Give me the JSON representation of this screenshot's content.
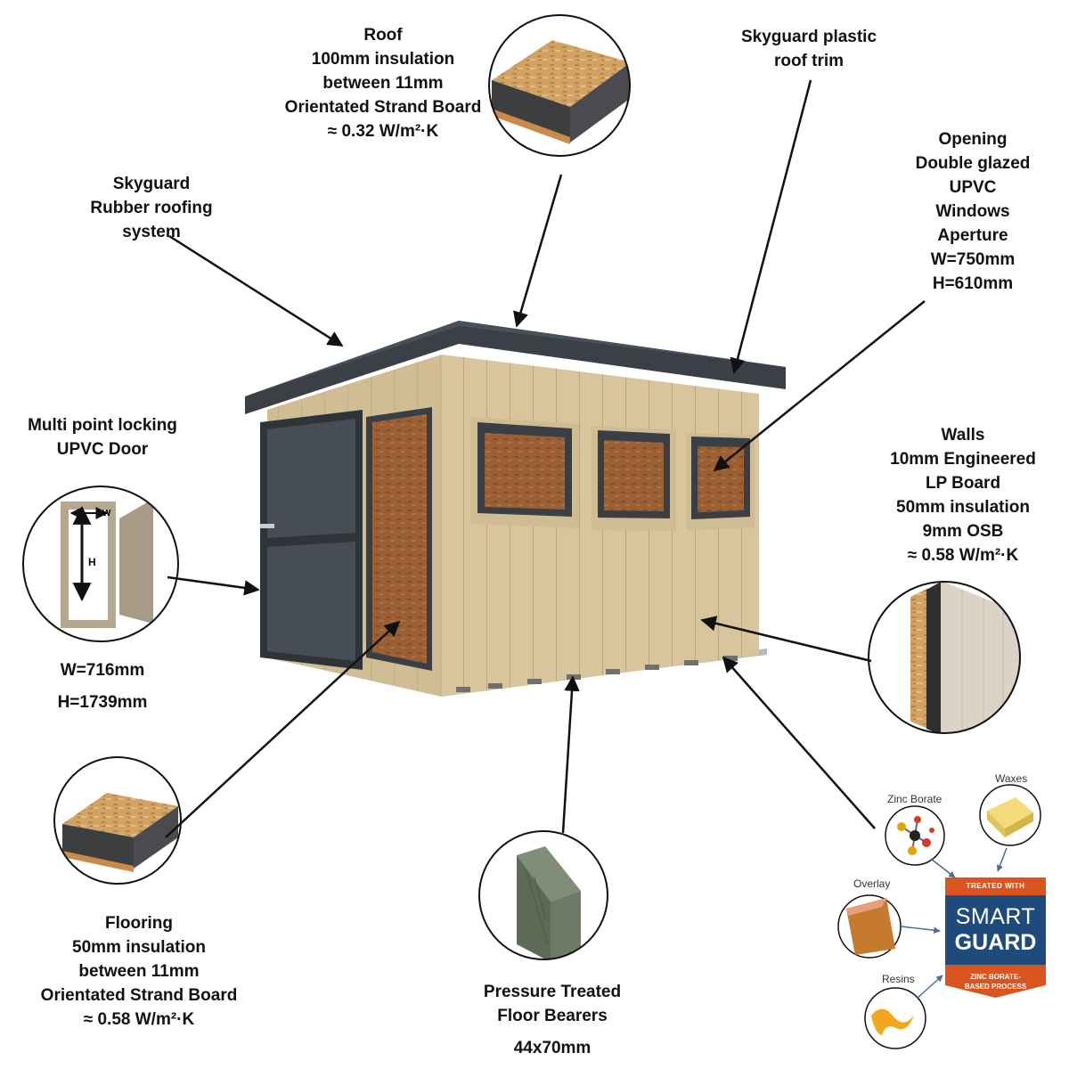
{
  "labels": {
    "roof": [
      "Roof",
      "100mm insulation",
      "between 11mm",
      "Orientated Strand Board",
      "≈ 0.32 W/m²·K"
    ],
    "roof_trim": [
      "Skyguard plastic",
      "roof trim"
    ],
    "rubber_roofing": [
      "Skyguard",
      "Rubber roofing",
      "system"
    ],
    "windows": [
      "Opening",
      "Double glazed",
      "UPVC",
      "Windows",
      "Aperture",
      "W=750mm",
      "H=610mm"
    ],
    "door": [
      "Multi point locking",
      "UPVC Door"
    ],
    "door_width": "W=716mm",
    "door_height": "H=1739mm",
    "door_diagram_w": "W",
    "door_diagram_h": "H",
    "walls": [
      "Walls",
      "10mm Engineered",
      "LP Board",
      "50mm insulation",
      "9mm OSB",
      "≈ 0.58 W/m²·K"
    ],
    "flooring": [
      "Flooring",
      "50mm insulation",
      "between 11mm",
      "Orientated Strand Board",
      "≈ 0.58 W/m²·K"
    ],
    "bearers": [
      "Pressure Treated",
      "Floor Bearers"
    ],
    "bearers_size": "44x70mm"
  },
  "smartguard": {
    "zinc_borate": "Zinc Borate",
    "waxes": "Waxes",
    "overlay": "Overlay",
    "resins": "Resins",
    "badge_top": "TREATED WITH",
    "badge_word1": "SMART",
    "badge_word2": "GUARD",
    "badge_bottom": [
      "ZINC BORATE-",
      "BASED PROCESS"
    ]
  },
  "colors": {
    "wood": "#d6c39a",
    "frame": "#3a3f45",
    "osb": "#c98a4a",
    "badge_blue": "#1f4a7c",
    "badge_orange": "#d9541e"
  }
}
